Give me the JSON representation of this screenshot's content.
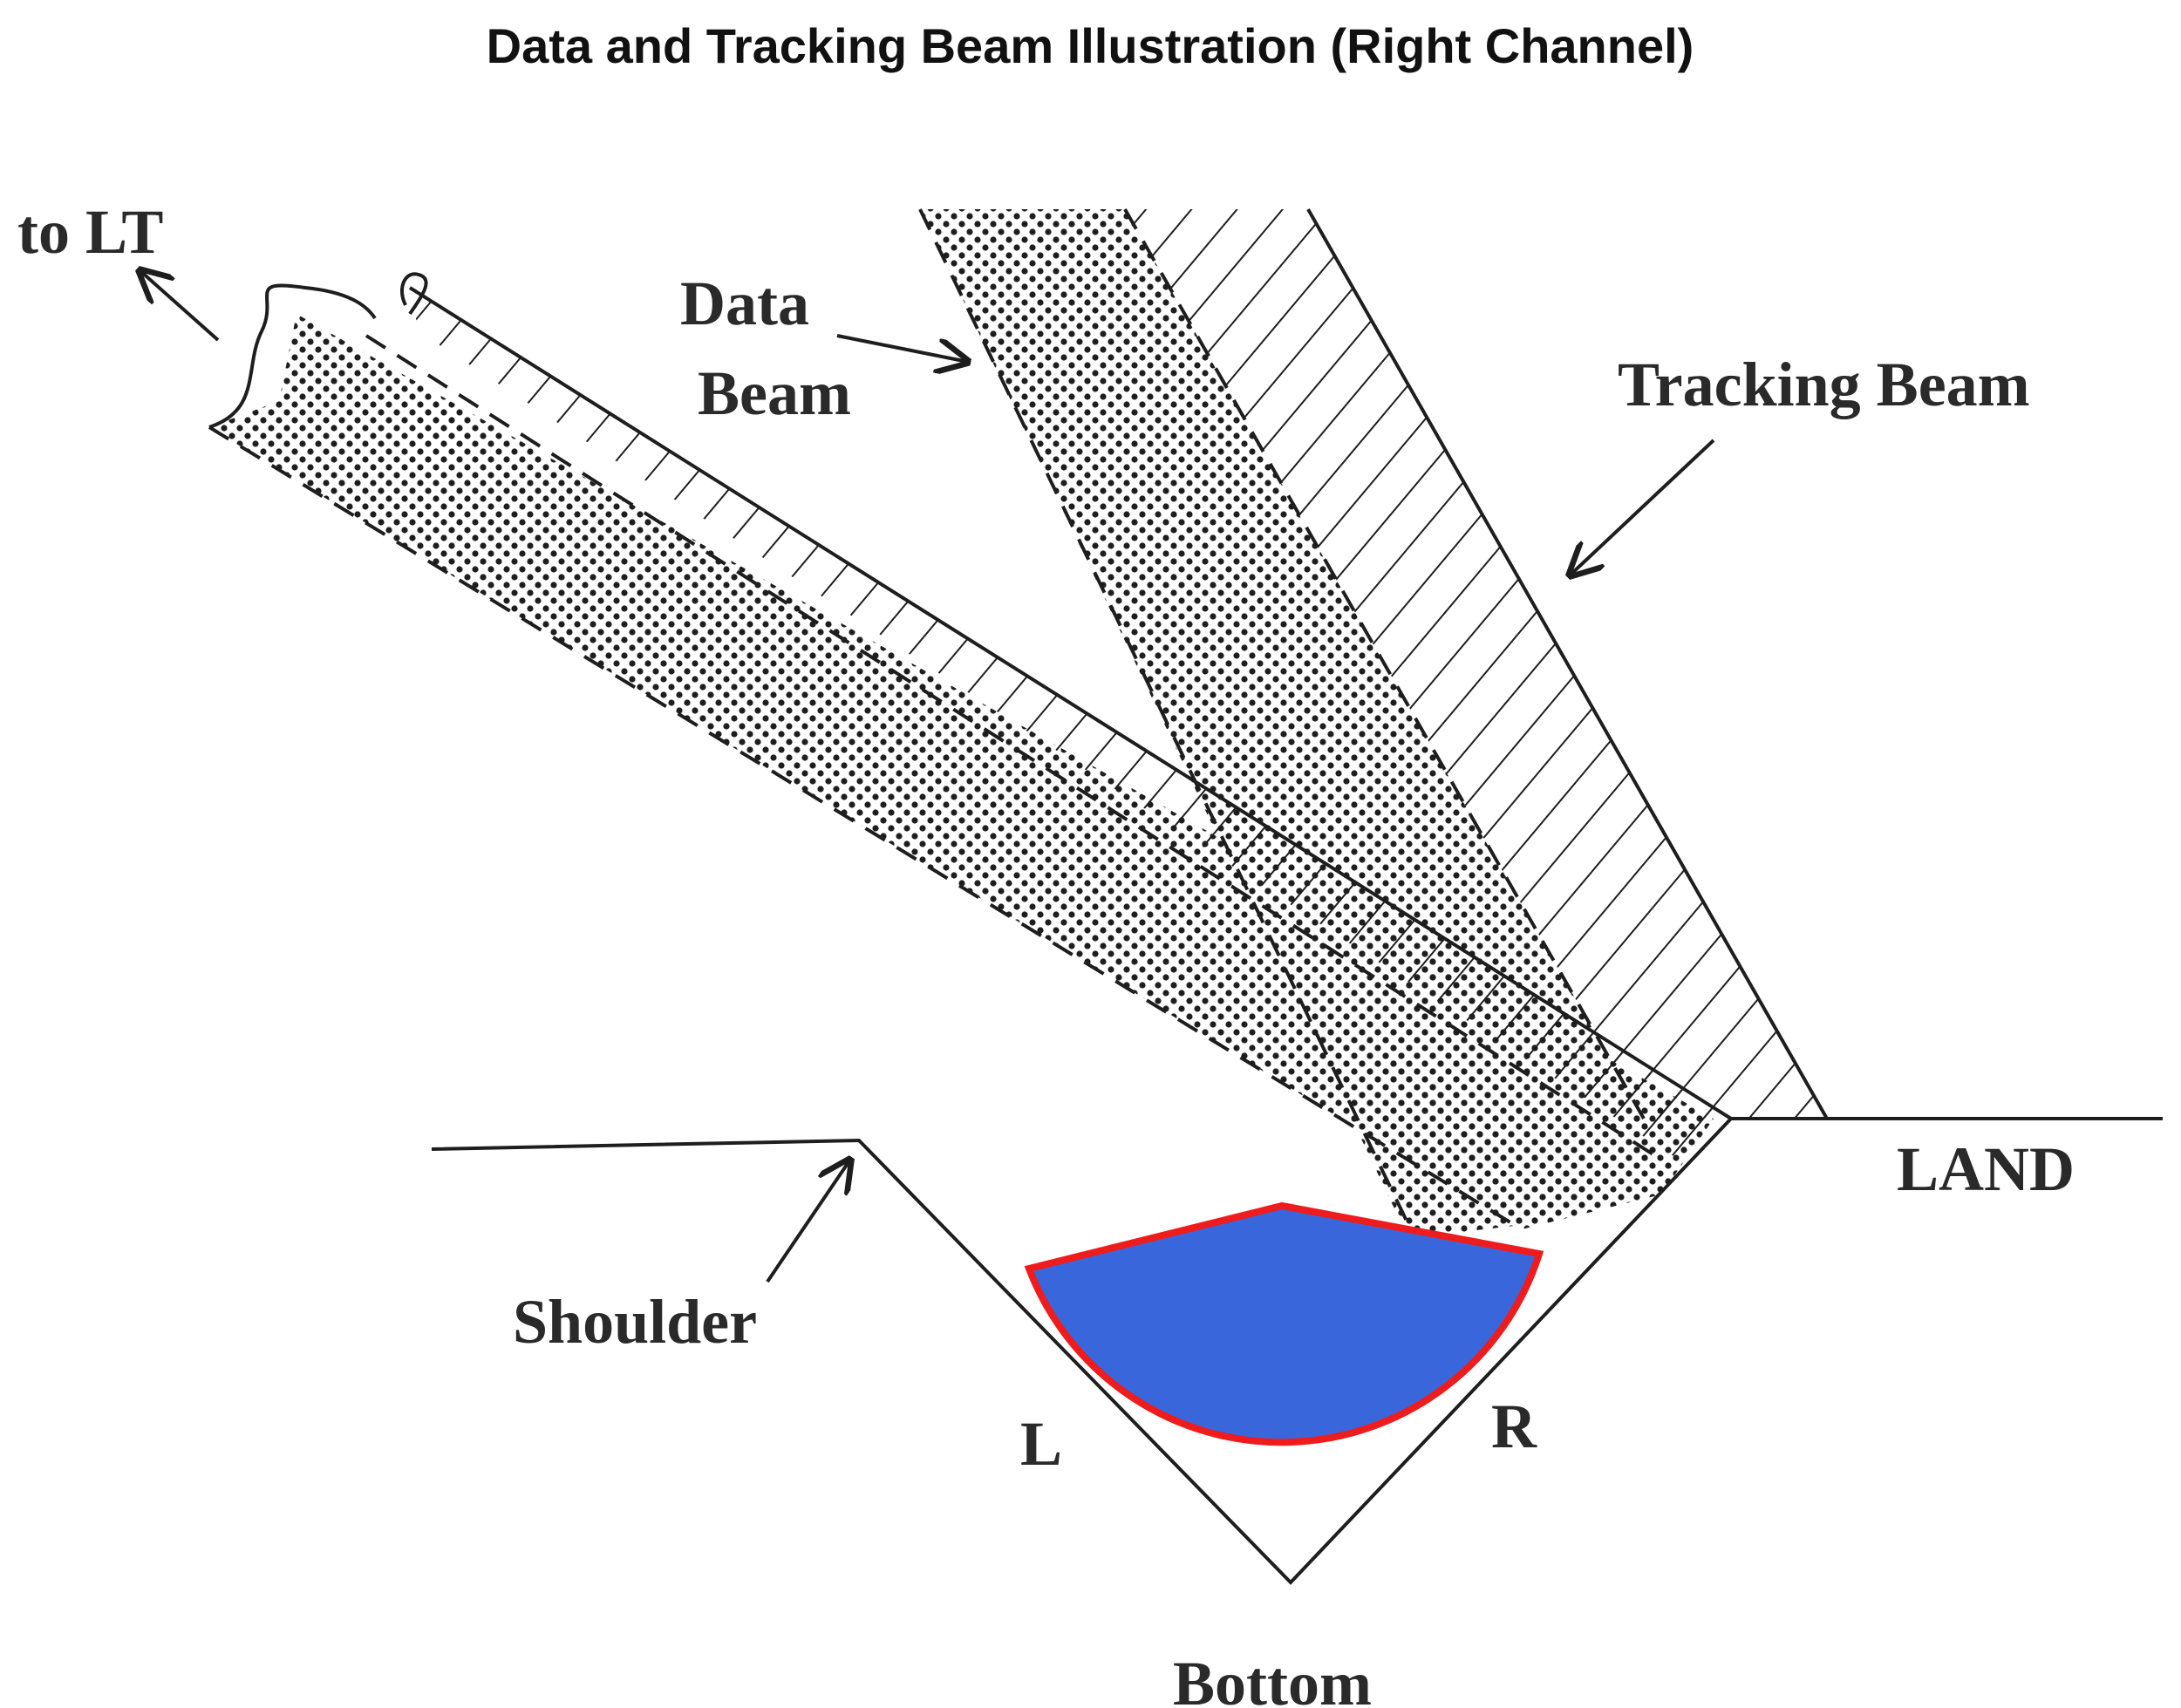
{
  "title": "Data and Tracking Beam Illustration (Right Channel)",
  "labels": {
    "to_lt": "to LT",
    "data_beam_line1": "Data",
    "data_beam_line2": "Beam",
    "tracking_beam": "Tracking Beam",
    "land": "LAND",
    "shoulder": "Shoulder",
    "left": "L",
    "right": "R",
    "bottom": "Bottom"
  },
  "colors": {
    "spot_fill": "#3a66dc",
    "spot_outline": "#ee1c1c",
    "ink": "#1e1e1e"
  }
}
